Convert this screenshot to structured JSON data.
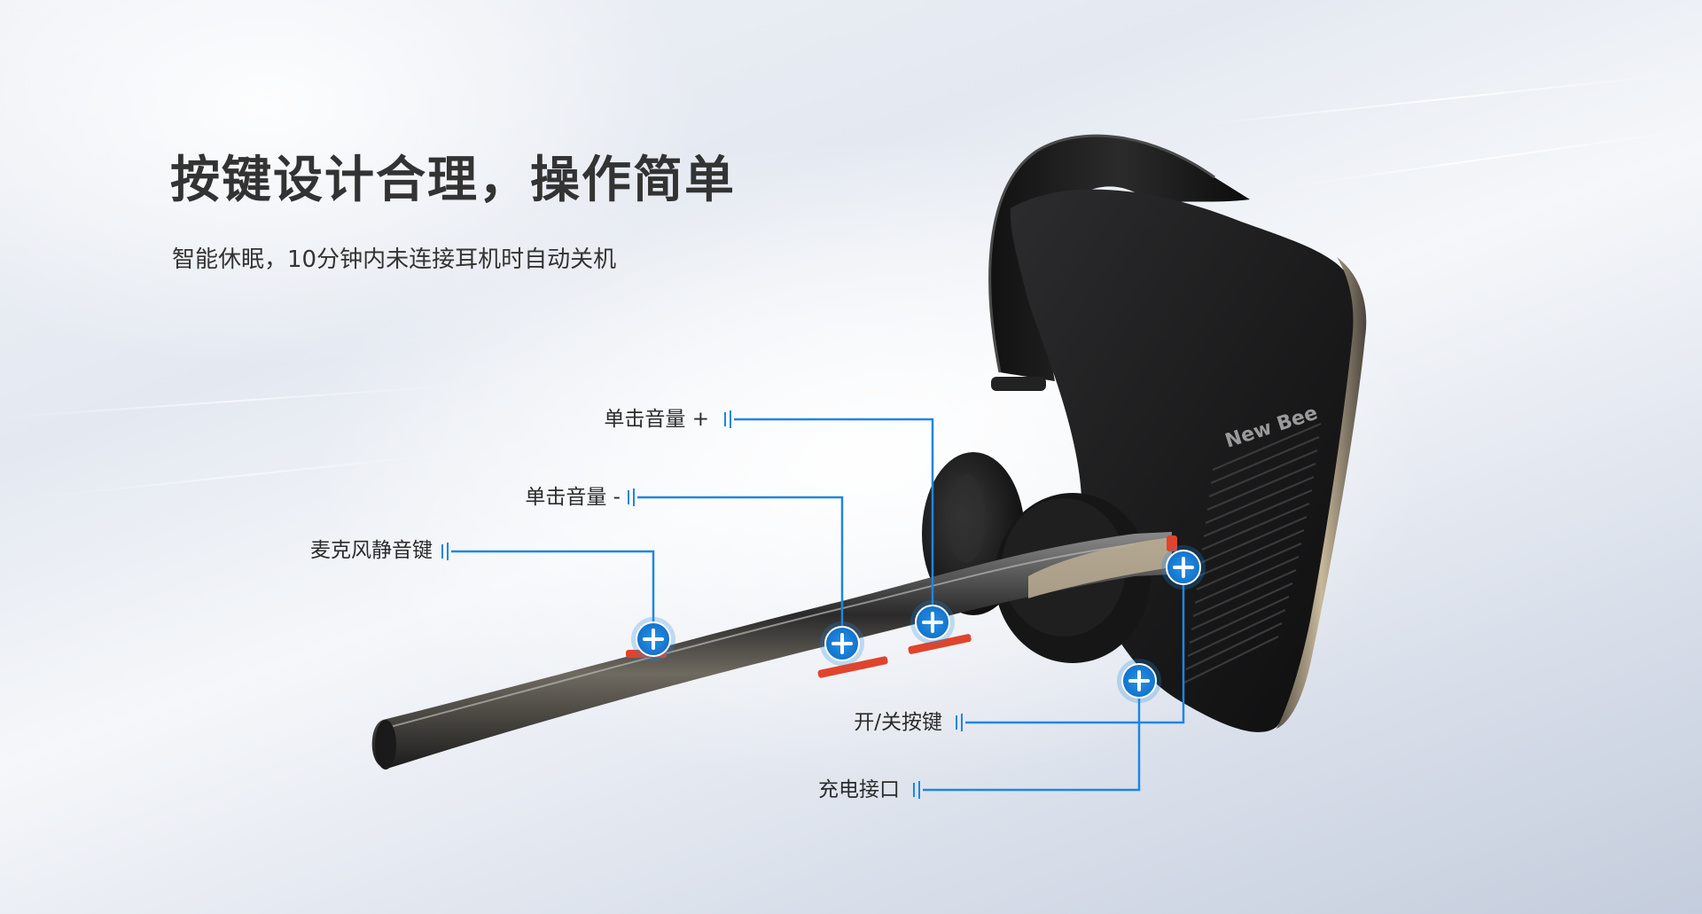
{
  "headline": {
    "title": "按键设计合理，操作简单",
    "subtitle": "智能休眠，10分钟内未连接耳机时自动关机"
  },
  "product": {
    "brand_mark": "New Bee",
    "button_color": "#e0442c",
    "marker_color": "#1f86e0"
  },
  "callouts": {
    "volume_up": "单击音量 +",
    "volume_down": "单击音量 -",
    "mic_mute": "麦克风静音键",
    "power": "开/关按键",
    "charging_port": "充电接口"
  }
}
